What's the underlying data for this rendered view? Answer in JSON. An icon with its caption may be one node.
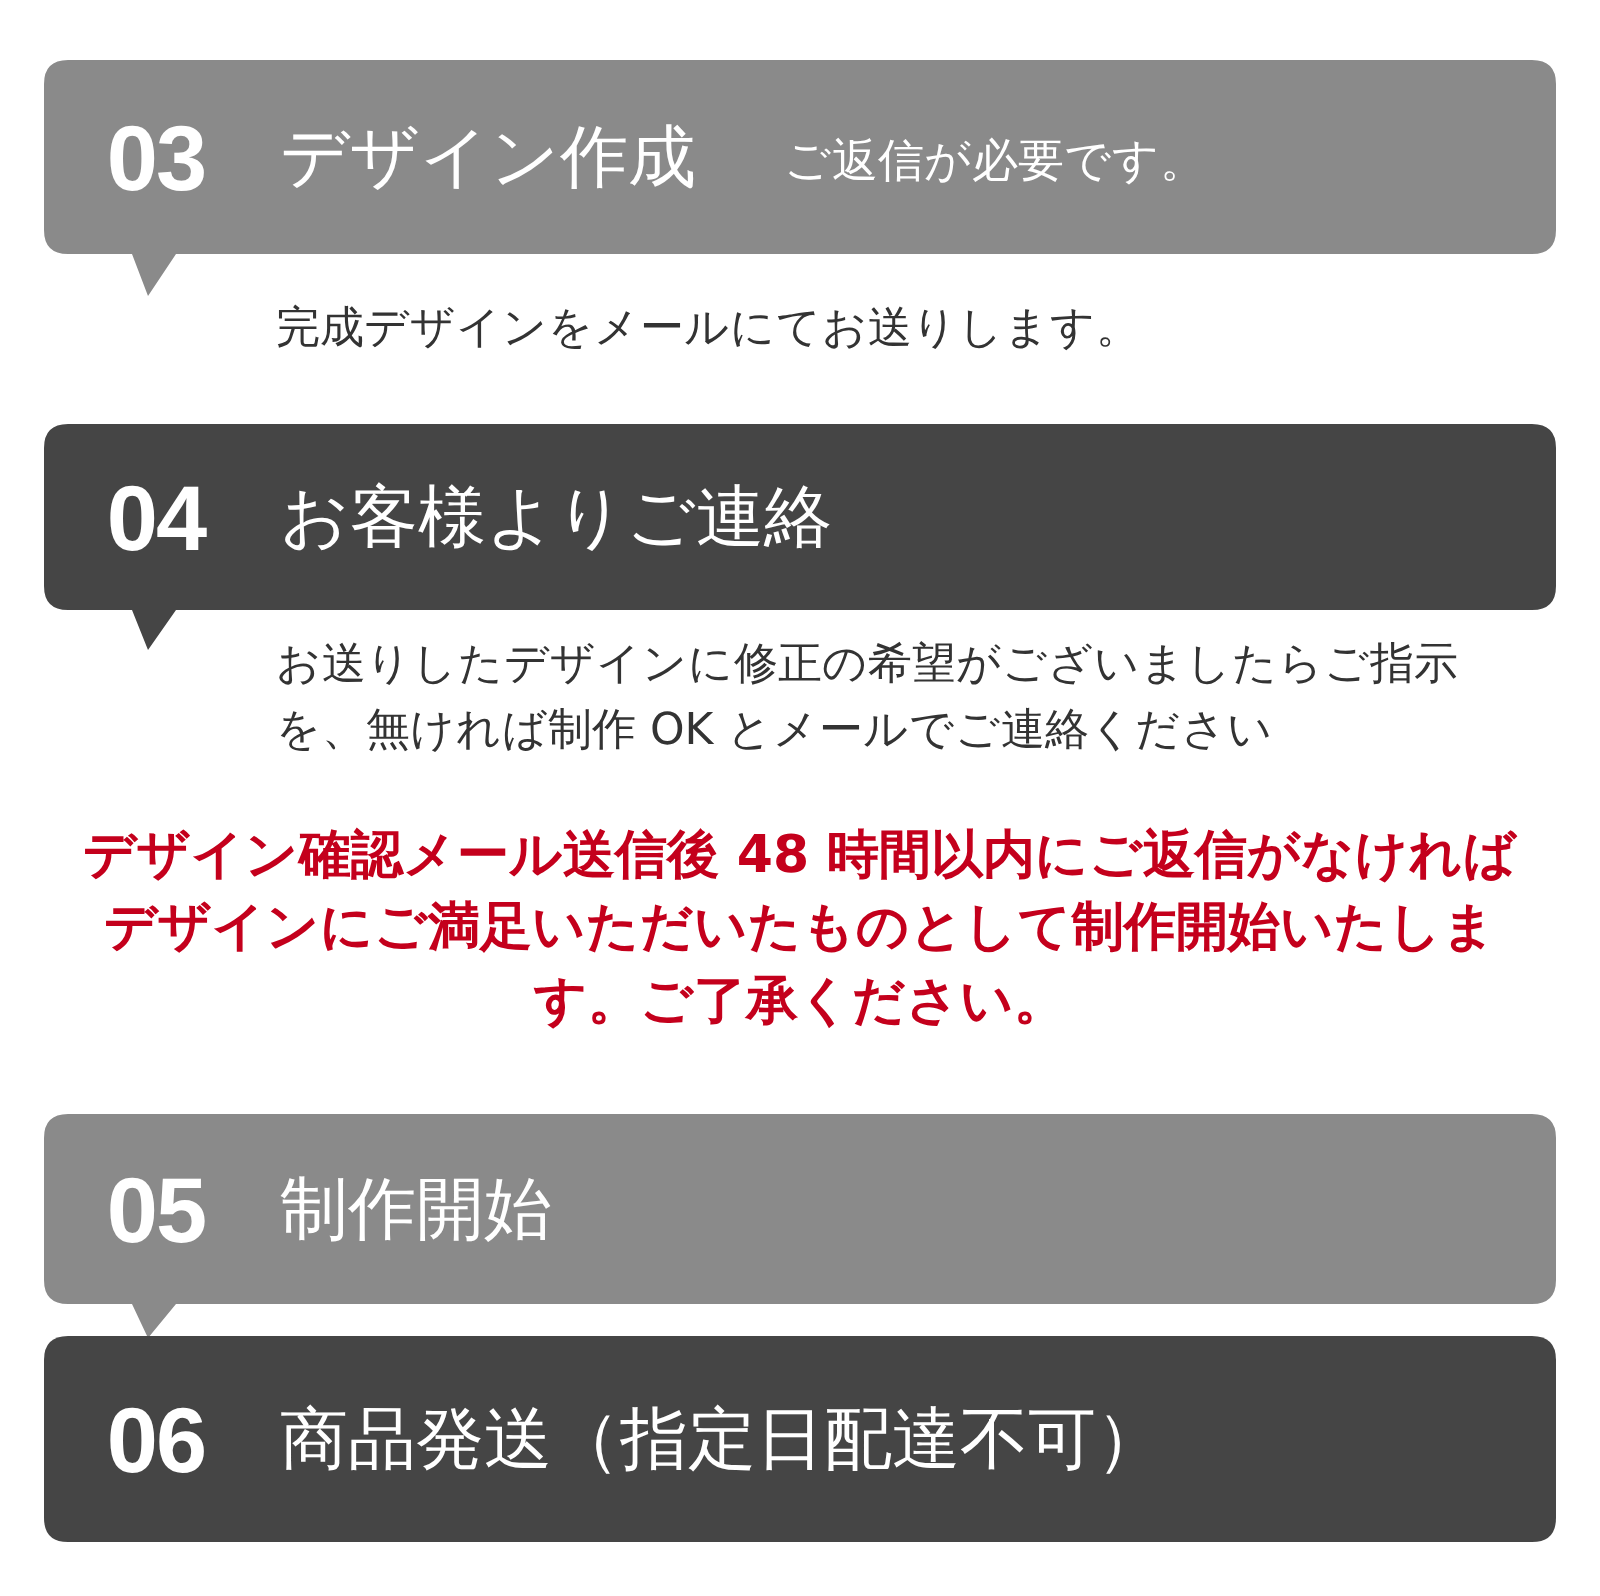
{
  "diagram": {
    "nodes": [
      {
        "text": [
          "03",
          "デザイン作成",
          "ご返信が必要です。"
        ]
      },
      {
        "text": [
          "04",
          "お客様よりご連絡"
        ]
      },
      {
        "text": [
          "05",
          "制作開始"
        ]
      },
      {
        "text": [
          "06",
          "商品発送（指定日配達不可）"
        ]
      }
    ],
    "labels": [
      "完成デザインをメールにてお送りします。",
      "お送りしたデザインに修正の希望がございましたらご指示を、無ければ制作 OK とメールでご連絡ください",
      "デザイン確認メール送信後 48 時間以内にご返信がなければデザインにご満足いただいたものとして制作開始いたします。ご了承ください。"
    ]
  }
}
